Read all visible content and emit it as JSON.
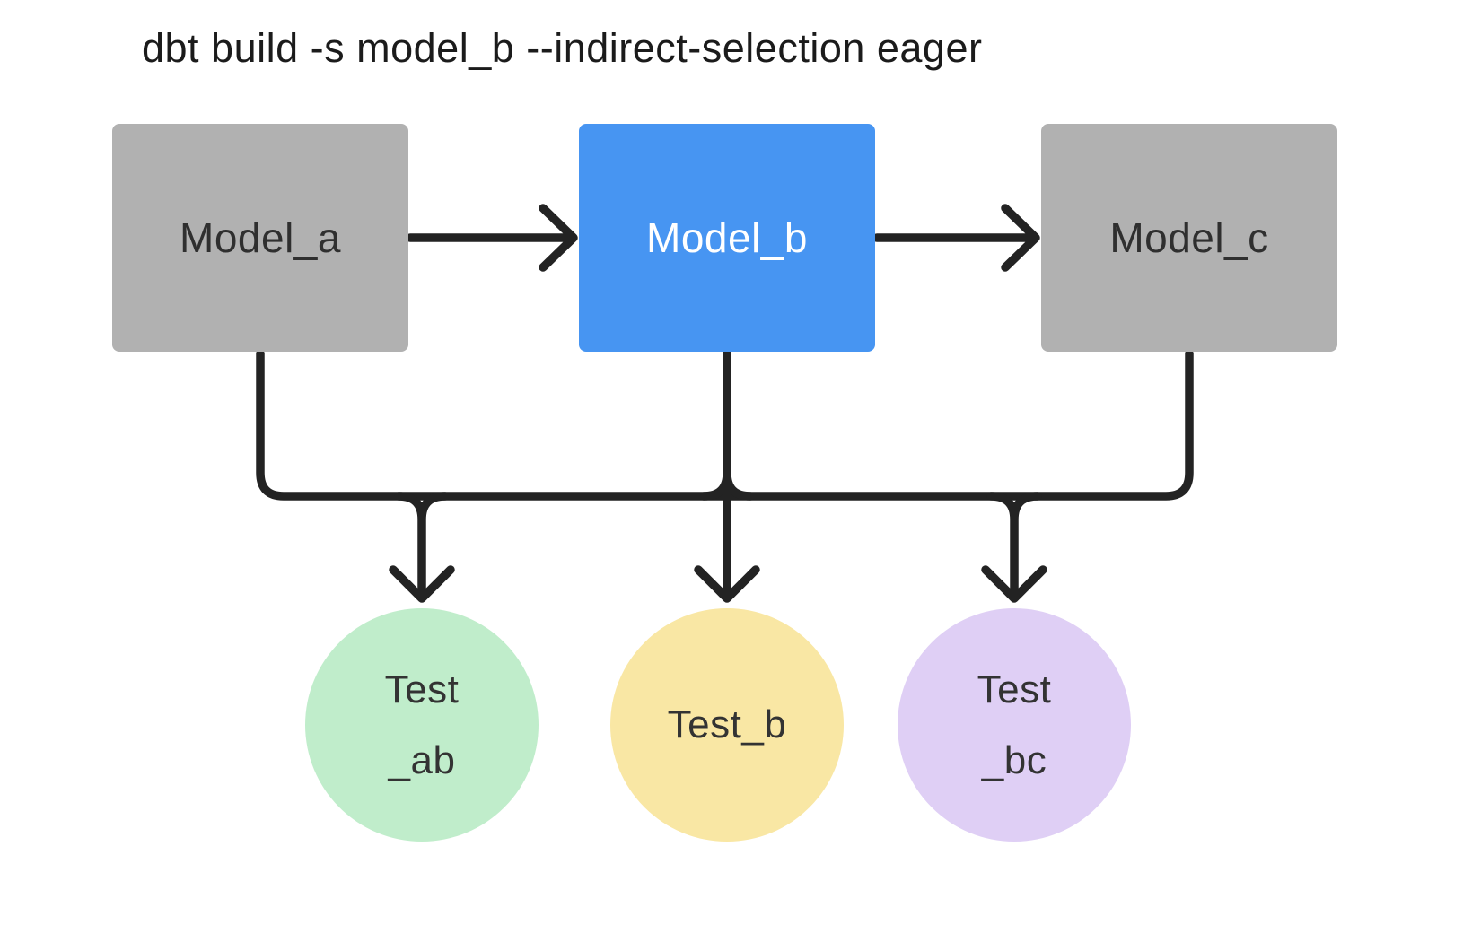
{
  "title": {
    "text": "dbt build -s model_b --indirect-selection eager"
  },
  "colors": {
    "background": "#FFFFFF",
    "line": "#232323",
    "model_default": "#B1B1B1",
    "model_selected": "#4795F2",
    "model_text_dark": "#2F2F2F",
    "model_text_light": "#FFFFFF",
    "test_ab": "#C0EDCB",
    "test_b": "#F9E7A4",
    "test_bc": "#DFCFF5",
    "test_text": "#333333"
  },
  "nodes": {
    "model_a": {
      "label": "Model_a",
      "type": "model",
      "selected": false,
      "color": "#B1B1B1",
      "text_color": "#2F2F2F"
    },
    "model_b": {
      "label": "Model_b",
      "type": "model",
      "selected": true,
      "color": "#4795F2",
      "text_color": "#FFFFFF"
    },
    "model_c": {
      "label": "Model_c",
      "type": "model",
      "selected": false,
      "color": "#B1B1B1",
      "text_color": "#2F2F2F"
    },
    "test_ab": {
      "label_line1": "Test",
      "label_line2": "_ab",
      "type": "test",
      "color": "#C0EDCB",
      "text_color": "#333333"
    },
    "test_b": {
      "label": "Test_b",
      "type": "test",
      "color": "#F9E7A4",
      "text_color": "#333333"
    },
    "test_bc": {
      "label_line1": "Test",
      "label_line2": "_bc",
      "type": "test",
      "color": "#DFCFF5",
      "text_color": "#333333"
    }
  },
  "edges": [
    {
      "from": "model_a",
      "to": "model_b"
    },
    {
      "from": "model_b",
      "to": "model_c"
    },
    {
      "from": "model_a",
      "to": "test_ab"
    },
    {
      "from": "model_b",
      "to": "test_ab"
    },
    {
      "from": "model_b",
      "to": "test_b"
    },
    {
      "from": "model_b",
      "to": "test_bc"
    },
    {
      "from": "model_c",
      "to": "test_bc"
    }
  ]
}
